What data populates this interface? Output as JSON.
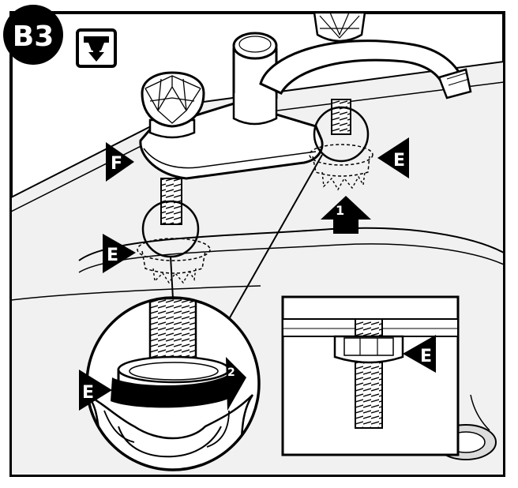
{
  "step": {
    "id": "B3"
  },
  "callouts": {
    "F": "F",
    "E_right": "E",
    "E_left": "E",
    "E_zoom": "E",
    "E_inset": "E"
  },
  "arrows": {
    "one": "1",
    "two": "2"
  },
  "icons": {
    "step_icon": "faucet-install-down-icon"
  },
  "colors": {
    "ink": "#000000",
    "sink_fill": "#f1f1f1",
    "panel_fill": "#ffffff"
  }
}
